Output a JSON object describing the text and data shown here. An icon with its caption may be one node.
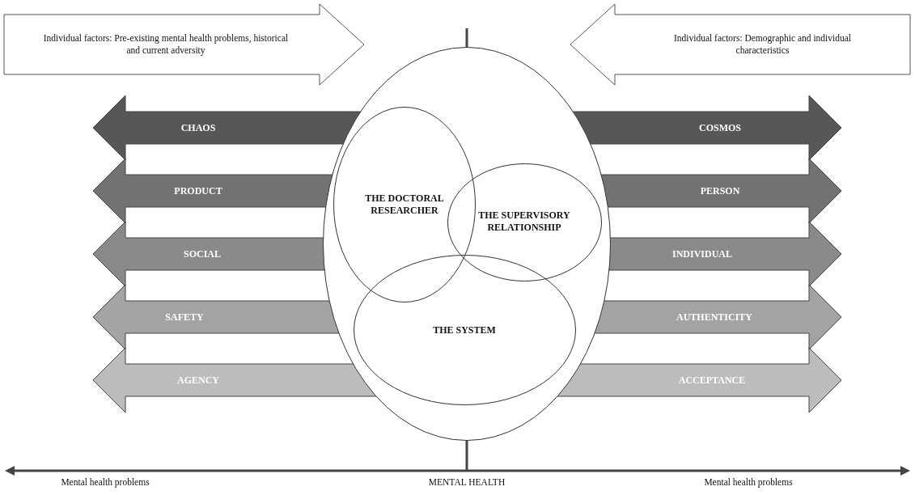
{
  "diagram": {
    "nodes": [
      {
        "text": [
          "Individual factors: Pre-existing mental health problems, historical and current adversity"
        ]
      },
      {
        "text": [
          "Individual factors: Demographic and individual characteristics"
        ]
      },
      {
        "text": [
          "CHAOS",
          "COSMOS"
        ]
      },
      {
        "text": [
          "PRODUCT",
          "PERSON"
        ]
      },
      {
        "text": [
          "SOCIAL",
          "INDIVIDUAL"
        ]
      },
      {
        "text": [
          "SAFETY",
          "AUTHENTICITY"
        ]
      },
      {
        "text": [
          "AGENCY",
          "ACCEPTANCE"
        ]
      },
      {
        "text": [],
        "shape": "ellipse"
      },
      {
        "text": [
          "THE DOCTORAL RESEARCHER"
        ],
        "in": 7
      },
      {
        "text": [
          "THE SUPERVISORY RELATIONSHIP"
        ],
        "in": 7
      },
      {
        "text": [
          "THE SYSTEM"
        ],
        "in": 7
      }
    ],
    "labels": [
      "Mental health problems",
      "MENTAL HEALTH",
      "Mental health problems"
    ]
  }
}
